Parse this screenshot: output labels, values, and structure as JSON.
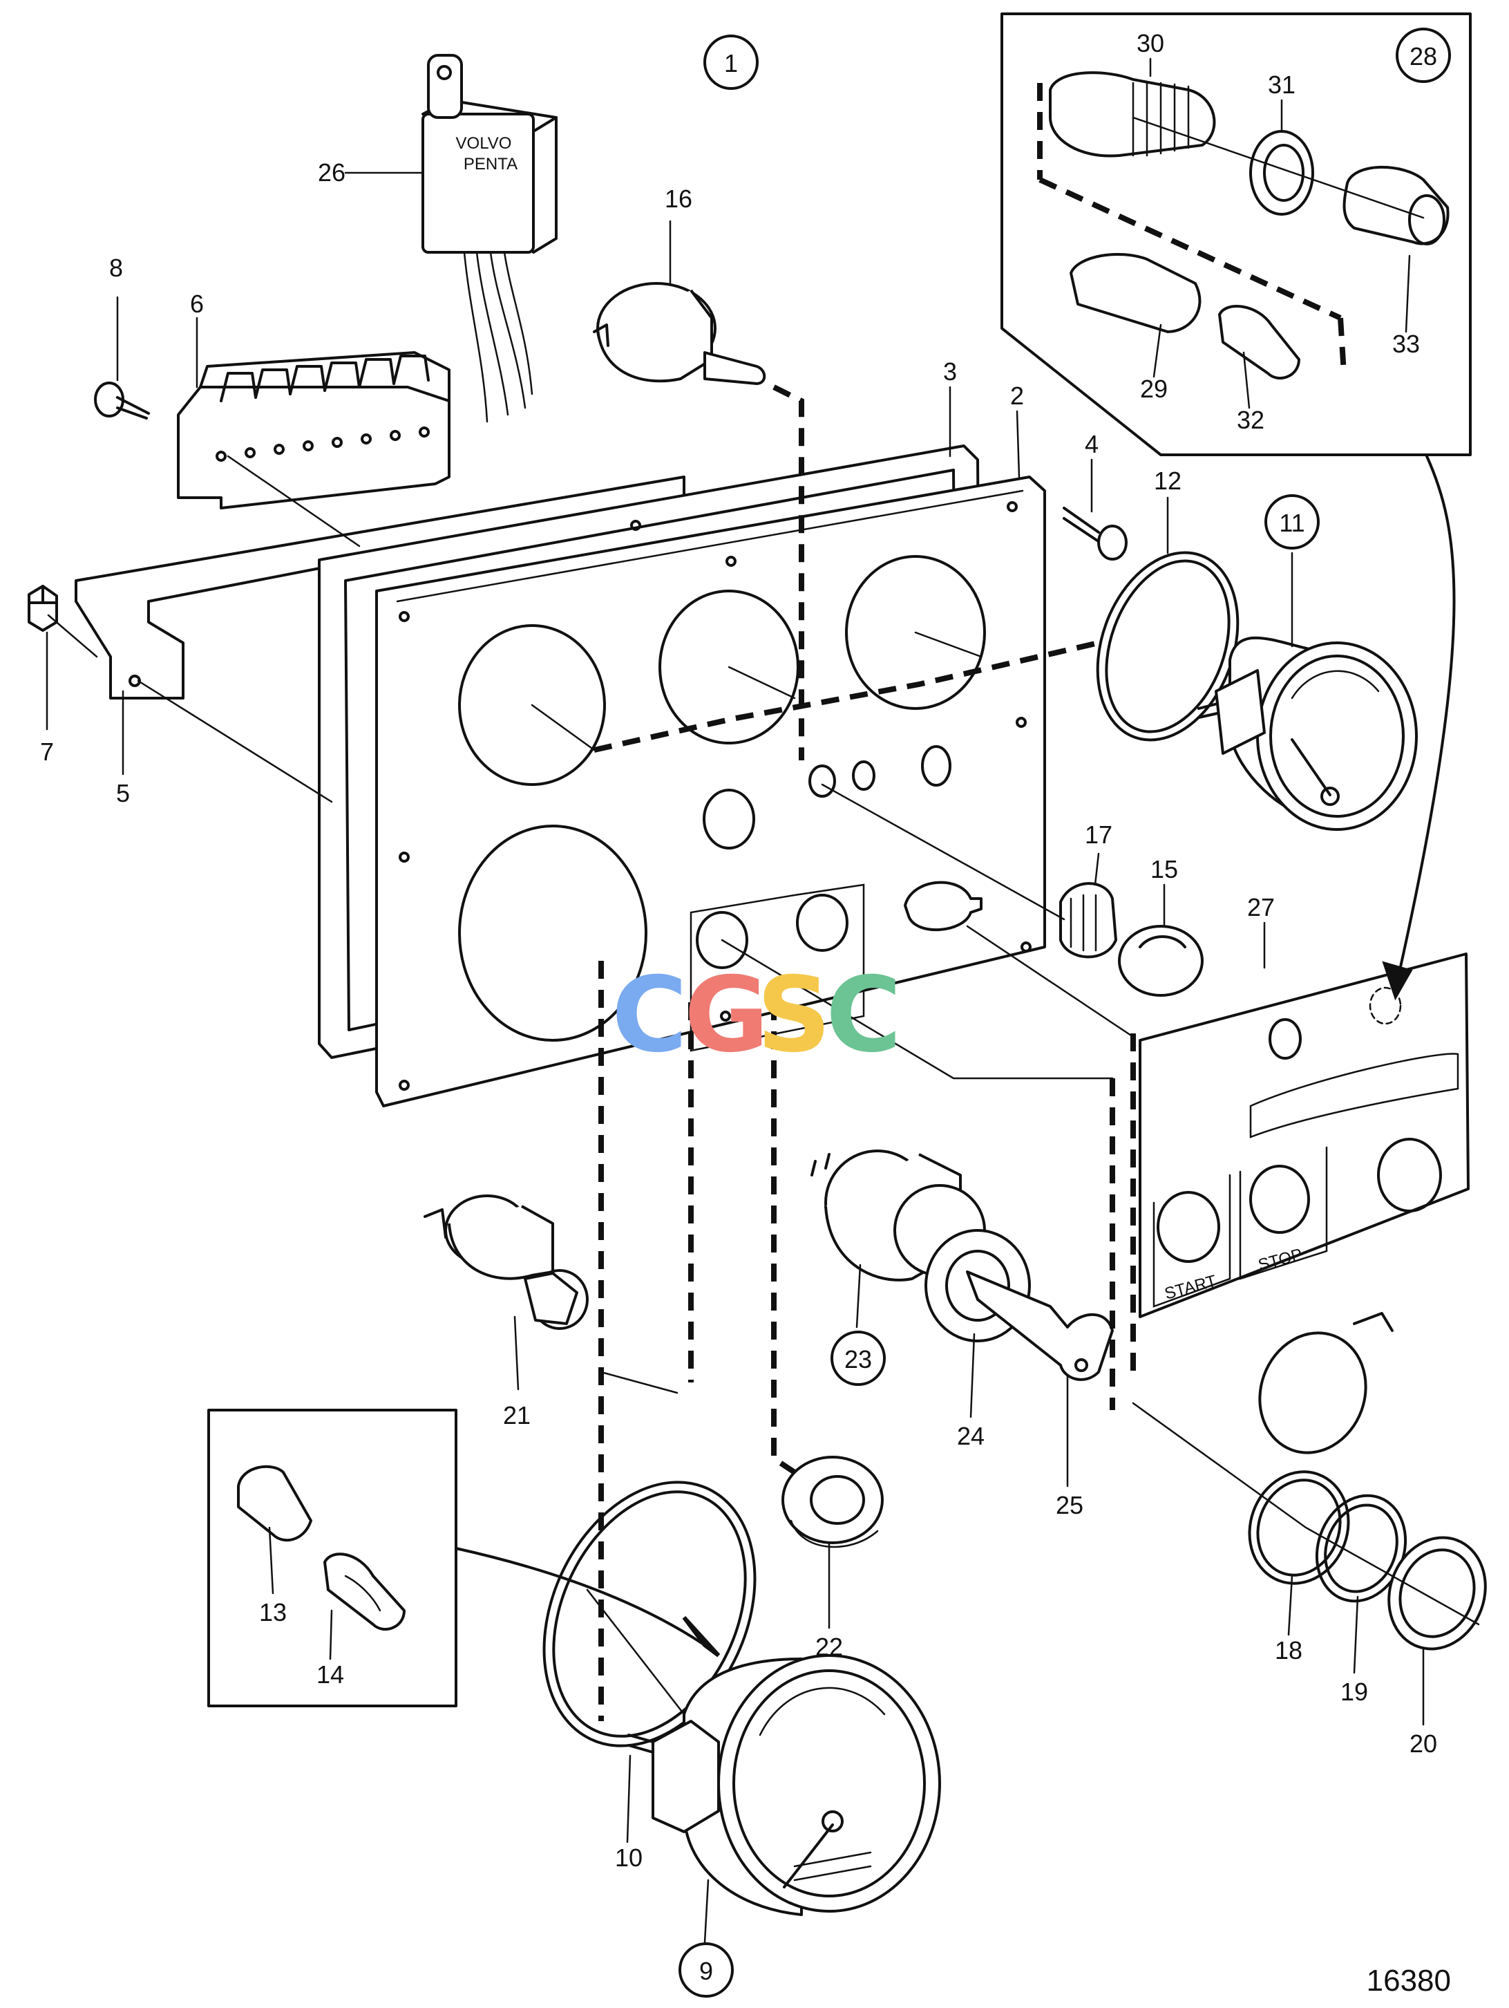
{
  "parts": [
    {
      "id": "p1",
      "label": "1",
      "circled": true
    },
    {
      "id": "p2",
      "label": "2",
      "circled": false
    },
    {
      "id": "p3",
      "label": "3",
      "circled": false
    },
    {
      "id": "p4",
      "label": "4",
      "circled": false
    },
    {
      "id": "p5",
      "label": "5",
      "circled": false
    },
    {
      "id": "p6",
      "label": "6",
      "circled": false
    },
    {
      "id": "p7",
      "label": "7",
      "circled": false
    },
    {
      "id": "p8",
      "label": "8",
      "circled": false
    },
    {
      "id": "p9",
      "label": "9",
      "circled": true
    },
    {
      "id": "p10",
      "label": "10",
      "circled": false
    },
    {
      "id": "p11",
      "label": "11",
      "circled": true
    },
    {
      "id": "p12",
      "label": "12",
      "circled": false
    },
    {
      "id": "p13",
      "label": "13",
      "circled": false
    },
    {
      "id": "p14",
      "label": "14",
      "circled": false
    },
    {
      "id": "p15",
      "label": "15",
      "circled": false
    },
    {
      "id": "p16",
      "label": "16",
      "circled": false
    },
    {
      "id": "p17",
      "label": "17",
      "circled": false
    },
    {
      "id": "p18",
      "label": "18",
      "circled": false
    },
    {
      "id": "p19",
      "label": "19",
      "circled": false
    },
    {
      "id": "p20",
      "label": "20",
      "circled": false
    },
    {
      "id": "p21",
      "label": "21",
      "circled": false
    },
    {
      "id": "p22",
      "label": "22",
      "circled": false
    },
    {
      "id": "p23",
      "label": "23",
      "circled": true
    },
    {
      "id": "p24",
      "label": "24",
      "circled": false
    },
    {
      "id": "p25",
      "label": "25",
      "circled": false
    },
    {
      "id": "p26",
      "label": "26",
      "circled": false
    },
    {
      "id": "p27",
      "label": "27",
      "circled": false
    },
    {
      "id": "p28",
      "label": "28",
      "circled": true
    },
    {
      "id": "p29",
      "label": "29",
      "circled": false
    },
    {
      "id": "p30",
      "label": "30",
      "circled": false
    },
    {
      "id": "p31",
      "label": "31",
      "circled": false
    },
    {
      "id": "p32",
      "label": "32",
      "circled": false
    },
    {
      "id": "p33",
      "label": "33",
      "circled": false
    }
  ],
  "panel": {
    "start_label": "START",
    "stop_label": "STOP"
  },
  "relay": {
    "brand_line1": "VOLVO",
    "brand_line2": "PENTA"
  },
  "drawing_number": "16380",
  "watermark": {
    "letters": [
      "C",
      "G",
      "S",
      "C"
    ],
    "colors": [
      "#7aaaf0",
      "#ef7b73",
      "#f5c84c",
      "#6cc394"
    ]
  }
}
